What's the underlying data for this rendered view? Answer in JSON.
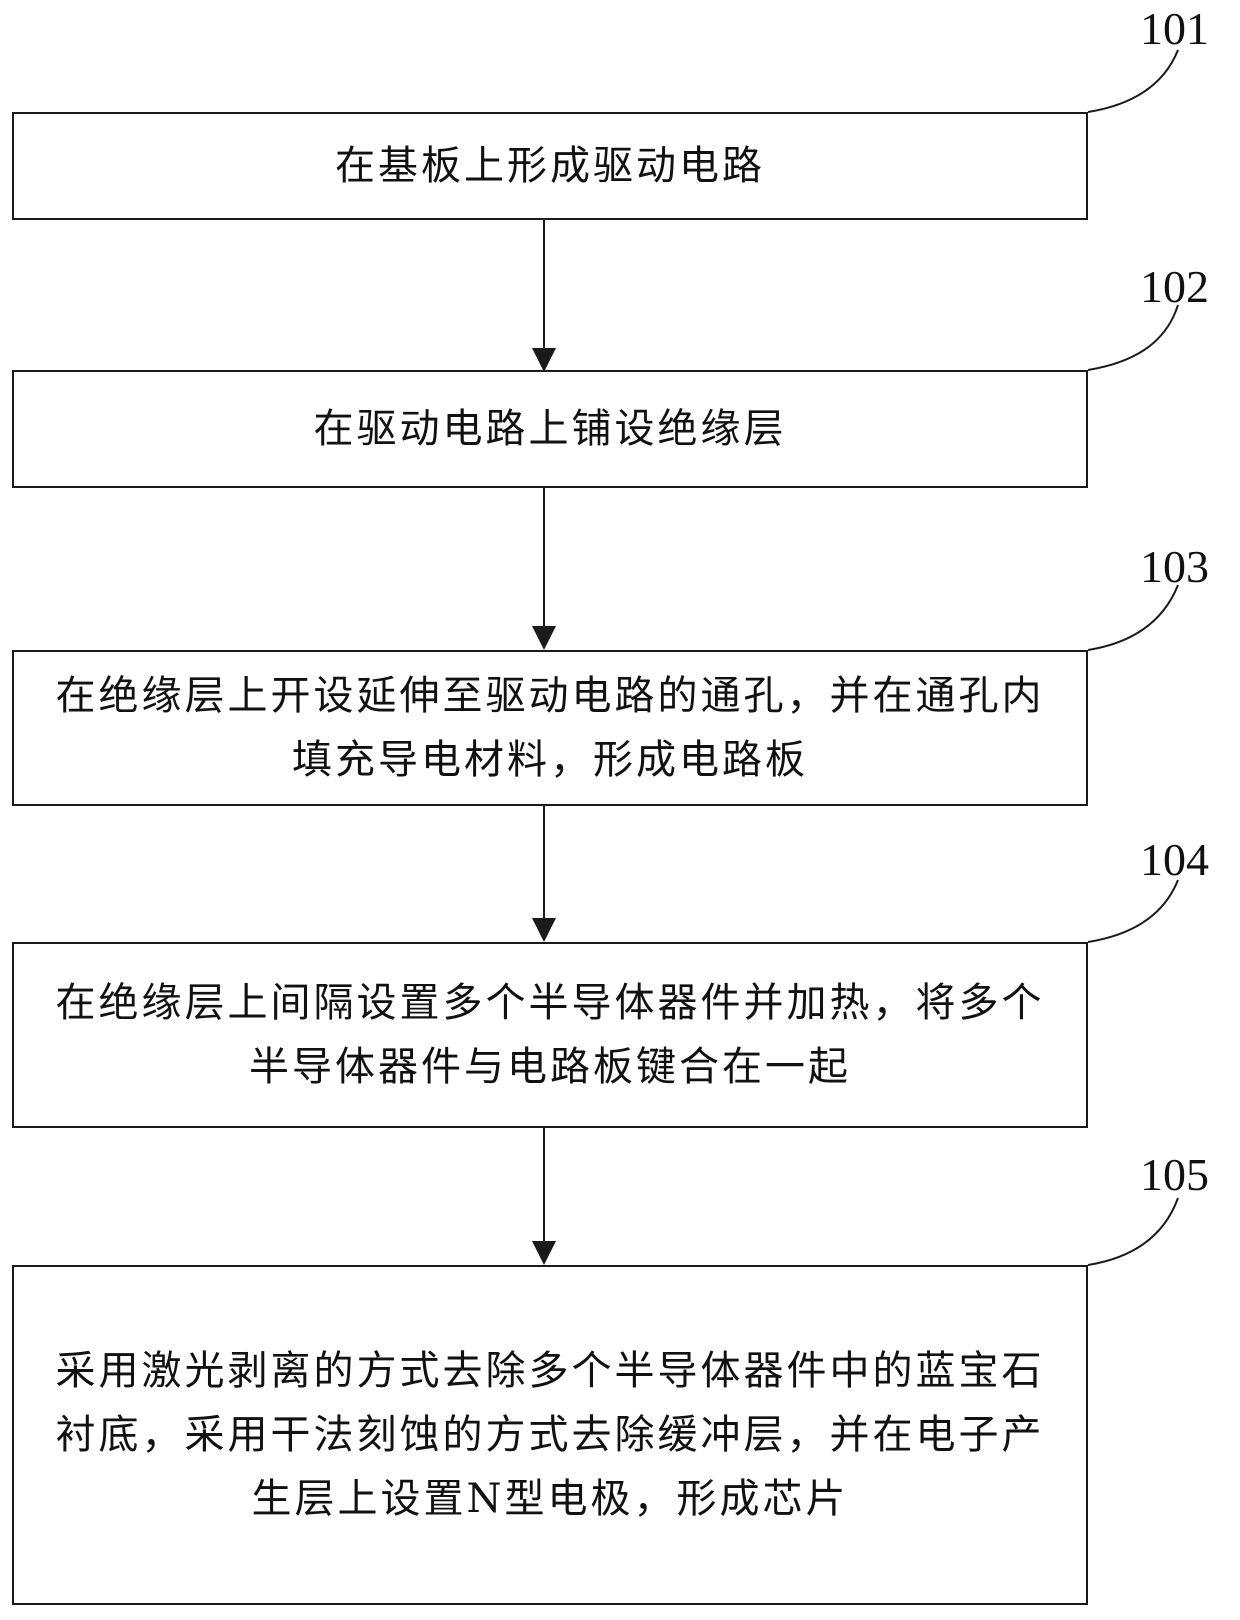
{
  "steps": [
    {
      "id": "101",
      "text": "在基板上形成驱动电路"
    },
    {
      "id": "102",
      "text": "在驱动电路上铺设绝缘层"
    },
    {
      "id": "103",
      "text": "在绝缘层上开设延伸至驱动电路的通孔，并在通孔内填充导电材料，形成电路板"
    },
    {
      "id": "104",
      "text": "在绝缘层上间隔设置多个半导体器件并加热，将多个半导体器件与电路板键合在一起"
    },
    {
      "id": "105",
      "text": "采用激光剥离的方式去除多个半导体器件中的蓝宝石衬底，采用干法刻蚀的方式去除缓冲层，并在电子产生层上设置N型电极，形成芯片"
    }
  ]
}
